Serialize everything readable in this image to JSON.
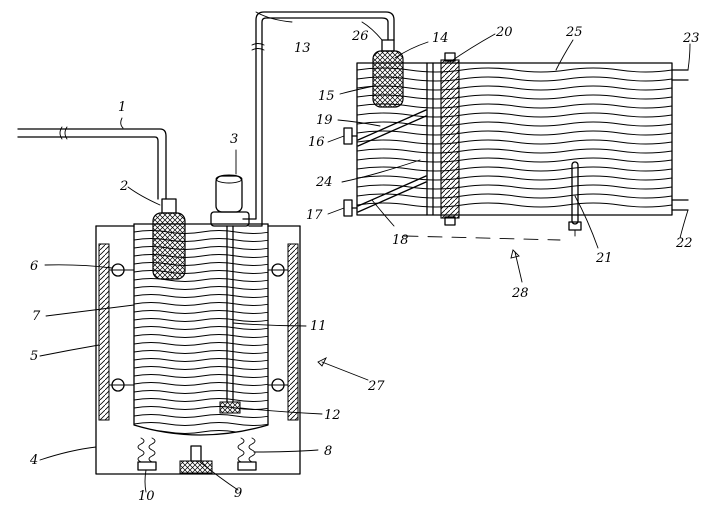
{
  "figure": {
    "labels": [
      {
        "id": "1",
        "text": "1"
      },
      {
        "id": "2",
        "text": "2"
      },
      {
        "id": "3",
        "text": "3"
      },
      {
        "id": "4",
        "text": "4"
      },
      {
        "id": "5",
        "text": "5"
      },
      {
        "id": "6",
        "text": "6"
      },
      {
        "id": "7",
        "text": "7"
      },
      {
        "id": "8",
        "text": "8"
      },
      {
        "id": "9",
        "text": "9"
      },
      {
        "id": "10",
        "text": "10"
      },
      {
        "id": "11",
        "text": "11"
      },
      {
        "id": "12",
        "text": "12"
      },
      {
        "id": "13",
        "text": "13"
      },
      {
        "id": "14",
        "text": "14"
      },
      {
        "id": "15",
        "text": "15"
      },
      {
        "id": "16",
        "text": "16"
      },
      {
        "id": "17",
        "text": "17"
      },
      {
        "id": "18",
        "text": "18"
      },
      {
        "id": "19",
        "text": "19"
      },
      {
        "id": "20",
        "text": "20"
      },
      {
        "id": "21",
        "text": "21"
      },
      {
        "id": "22",
        "text": "22"
      },
      {
        "id": "23",
        "text": "23"
      },
      {
        "id": "24",
        "text": "24"
      },
      {
        "id": "25",
        "text": "25"
      },
      {
        "id": "26",
        "text": "26"
      },
      {
        "id": "27",
        "text": "27"
      },
      {
        "id": "28",
        "text": "28"
      }
    ]
  }
}
